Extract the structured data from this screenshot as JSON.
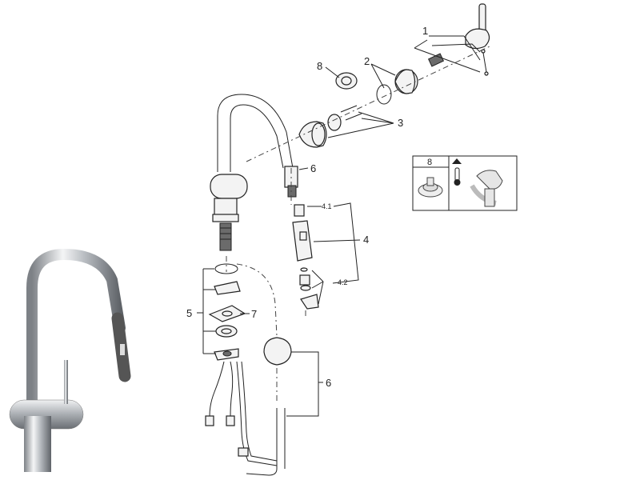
{
  "callouts": {
    "c1": "1",
    "c2": "2",
    "c3": "3",
    "c4": "4",
    "c4_1": "4.1",
    "c4_2": "4.2",
    "c5": "5",
    "c6_hose": "6",
    "c6_weight": "6",
    "c7": "7",
    "c8": "8"
  },
  "inset": {
    "number": "8"
  },
  "icons": [
    "faucet-product-photo",
    "thermometer-icon",
    "lever-handle-icon",
    "cartridge-cap-icon"
  ],
  "colors": {
    "line": "#222222",
    "chrome": "#c9ccd0",
    "white": "#ffffff"
  }
}
